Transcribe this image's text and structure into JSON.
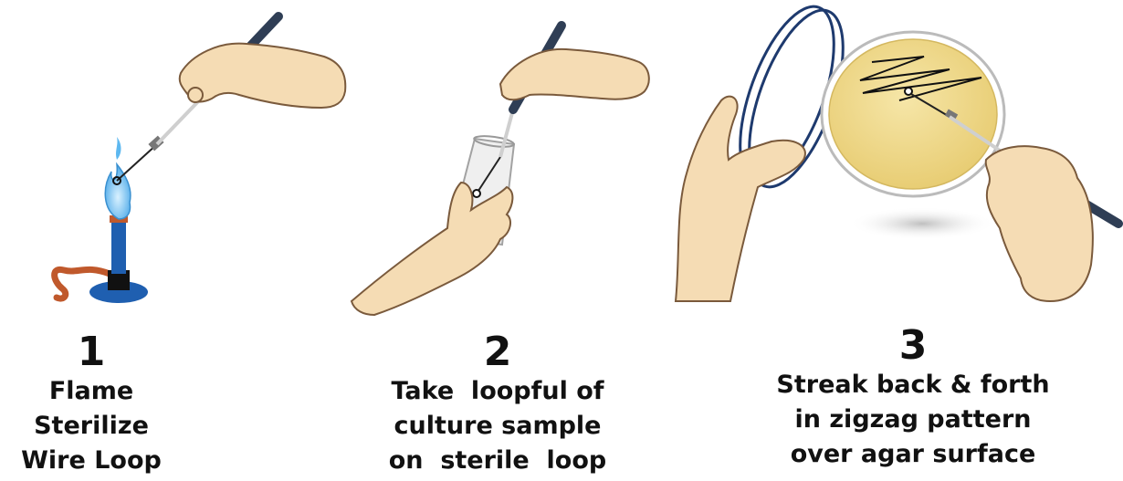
{
  "steps": [
    {
      "number": "1",
      "lines": [
        "Flame",
        "Sterilize",
        "Wire Loop"
      ]
    },
    {
      "number": "2",
      "lines": [
        "Take  loopful of",
        "culture sample",
        "on  sterile  loop"
      ]
    },
    {
      "number": "3",
      "lines": [
        "Streak back & forth",
        "in zigzag pattern",
        "over agar surface"
      ]
    }
  ],
  "colors": {
    "text": "#111111",
    "skin": "#f5dcb4",
    "skin_outline": "#7a5a3c",
    "handle": "#2f3e55",
    "flame": "#5db8f0",
    "burner": "#1f5fb0",
    "tube": "#c0592c",
    "agar": "#f0d98a",
    "plate_rim": "#1e3a6e"
  },
  "icons": [
    "bunsen-burner-icon",
    "flame-icon",
    "wire-loop-icon",
    "hand-icon",
    "test-tube-icon",
    "petri-dish-icon"
  ]
}
